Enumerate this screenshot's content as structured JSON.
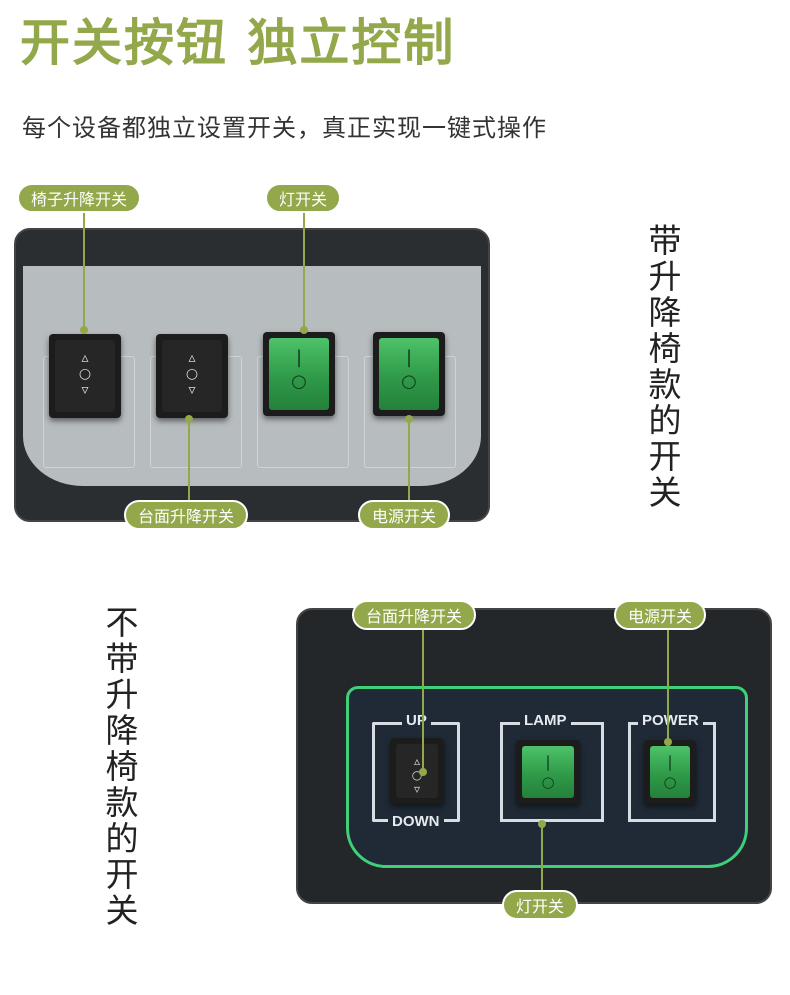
{
  "header": {
    "title": "开关按钮 独立控制",
    "subtitle": "每个设备都独立设置开关，真正实现一键式操作"
  },
  "side_labels": {
    "with_lift_chair": "带升降椅款的开关",
    "without_lift_chair": "不带升降椅款的开关"
  },
  "panel_top": {
    "callouts": {
      "chair_lift": "椅子升降开关",
      "light": "灯开关",
      "table_lift": "台面升降开关",
      "power": "电源开关"
    }
  },
  "panel_bottom": {
    "callouts": {
      "table_lift": "台面升降开关",
      "power": "电源开关",
      "light": "灯开关"
    },
    "printed_labels": {
      "up": "UP",
      "down": "DOWN",
      "lamp": "LAMP",
      "power": "POWER"
    }
  },
  "colors": {
    "accent": "#93a84a",
    "switch_green": "#2f9a48",
    "panel_trim": "#3fd07a"
  }
}
